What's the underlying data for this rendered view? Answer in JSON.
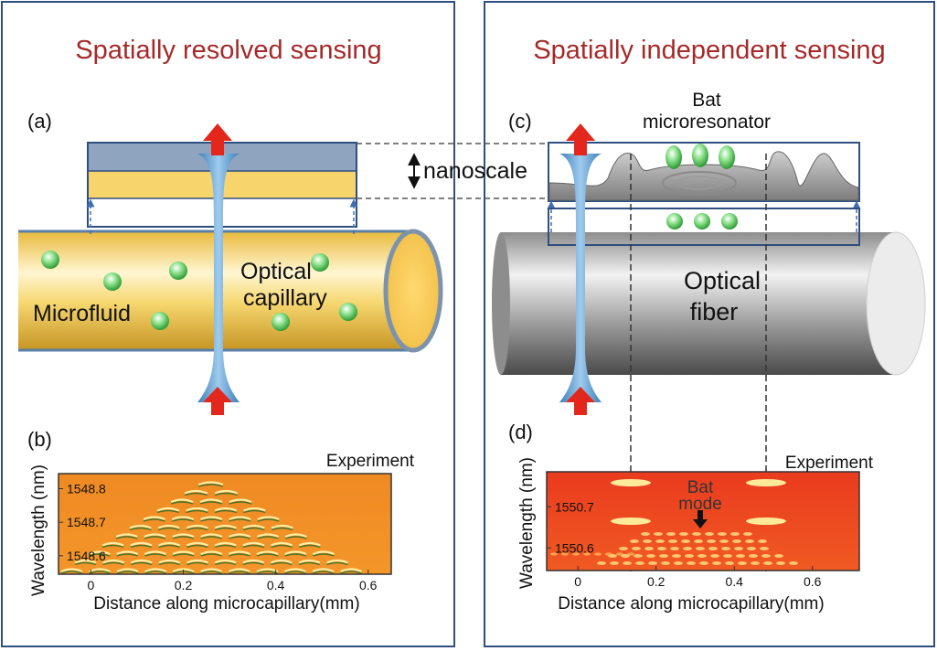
{
  "panels": {
    "left": {
      "title": "Spatially resolved sensing",
      "label_a": "(a)",
      "label_b": "(b)",
      "microfluid": "Microfluid",
      "capillary_line1": "Optical",
      "capillary_line2": "capillary"
    },
    "right": {
      "title": "Spatially independent sensing",
      "label_c": "(c)",
      "label_d": "(d)",
      "bat_line1": "Bat",
      "bat_line2": "microresonator",
      "fiber_line1": "Optical",
      "fiber_line2": "fiber"
    },
    "nanoscale": "nanoscale"
  },
  "colors": {
    "title": "#a52a2a",
    "frame": "#2f4f7f",
    "capillary": "#f6d770",
    "fiber": "#9a9a9a",
    "taper": "#6aa6d6",
    "arrow": "#e3271c",
    "bead": "#5fcf5f",
    "heat_left": "#f08c20",
    "heat_right": "#ec3a1e"
  },
  "chart_data": [
    {
      "type": "heatmap",
      "title": "Experiment",
      "xlabel": "Distance along microcapillary(mm)",
      "ylabel": "Wavelength (nm)",
      "x_ticks": [
        0,
        0.2,
        0.4,
        0.6
      ],
      "y_ticks": [
        1548.6,
        1548.7,
        1548.8
      ],
      "x_tick_labels": [
        "0",
        "0.2",
        "0.4",
        "0.6"
      ],
      "y_tick_labels": [
        "1548.6",
        "1548.7",
        "1548.8"
      ],
      "xlim": [
        -0.07,
        0.65
      ],
      "ylim": [
        1548.545,
        1548.845
      ],
      "annotation": ""
    },
    {
      "type": "heatmap",
      "title": "Experiment",
      "xlabel": "Distance along microcapillary(mm)",
      "ylabel": "Wavelength (nm)",
      "x_ticks": [
        0,
        0.2,
        0.4,
        0.6
      ],
      "y_ticks": [
        1550.6,
        1550.7
      ],
      "x_tick_labels": [
        "0",
        "0.2",
        "0.4",
        "0.6"
      ],
      "y_tick_labels": [
        "1550.6",
        "1550.7"
      ],
      "xlim": [
        -0.08,
        0.72
      ],
      "ylim": [
        1550.545,
        1550.785
      ],
      "annotation_line1": "Bat",
      "annotation_line2": "mode"
    }
  ]
}
